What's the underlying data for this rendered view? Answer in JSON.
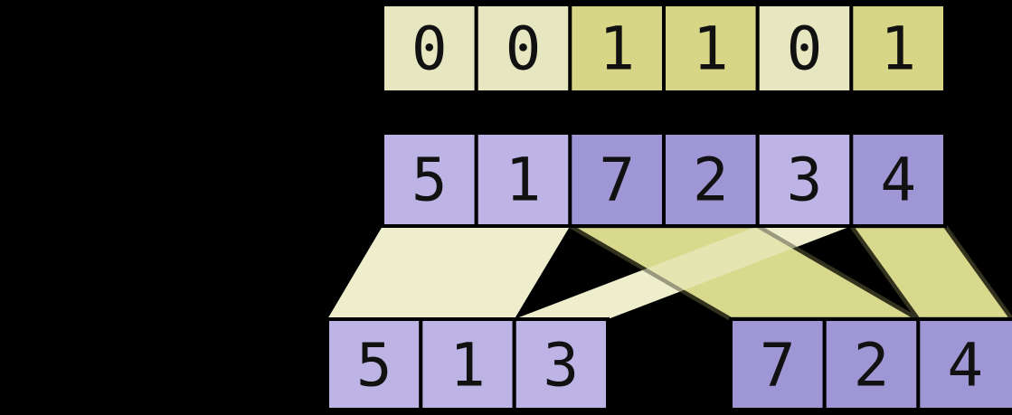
{
  "diagram": {
    "flag_row": {
      "cells": [
        "0",
        "0",
        "1",
        "1",
        "0",
        "1"
      ]
    },
    "value_row": {
      "cells": [
        "5",
        "1",
        "7",
        "2",
        "3",
        "4"
      ]
    },
    "left_result_row": {
      "cells": [
        "5",
        "1",
        "3"
      ]
    },
    "right_result_row": {
      "cells": [
        "7",
        "2",
        "4"
      ]
    },
    "colors": {
      "background": "#000000",
      "flag_zero_fill": "#e6e6c0",
      "flag_one_fill": "#d6d686",
      "value_zero_fill": "#bdb4e5",
      "value_one_fill": "#9f96d6",
      "flow_zero_fill": "#eeeecd",
      "flow_one_fill": "#d9d98e",
      "flow_one_stroke": "#32321e",
      "cell_border": "#000000",
      "digit": "#111111"
    }
  }
}
